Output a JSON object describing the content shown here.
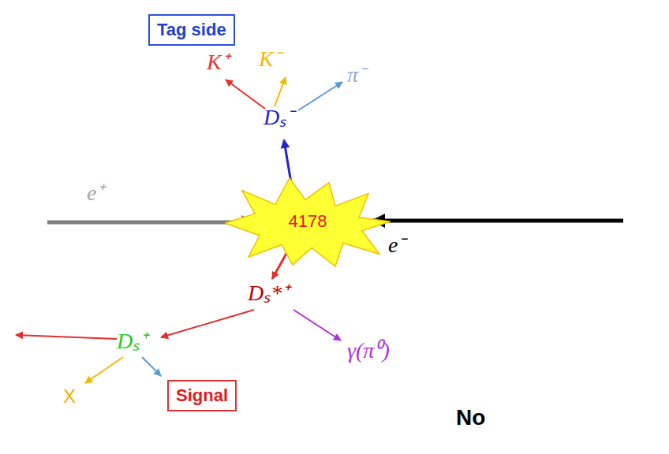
{
  "diagram": {
    "nodes": [
      {
        "text": [
          "Tag side"
        ]
      },
      {
        "text": [
          "4178"
        ]
      },
      {
        "text": [
          "Signal"
        ]
      }
    ],
    "labels": [
      "K⁺",
      "K⁻",
      "π⁻",
      "Dₛ⁻",
      "e⁺",
      "e⁻",
      "Dₛ*⁺",
      "Dₛ⁺",
      "X",
      "γ(π⁰)",
      "No"
    ]
  }
}
